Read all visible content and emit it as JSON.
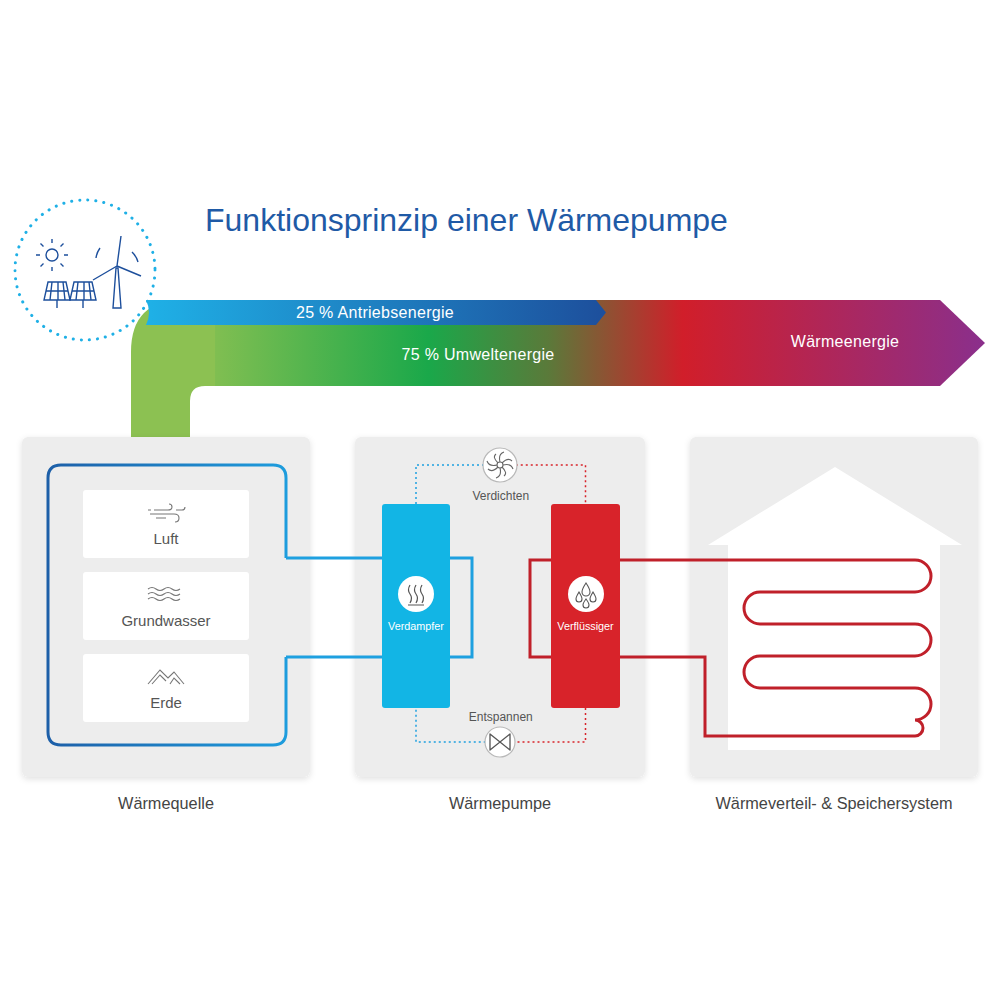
{
  "diagram": {
    "title": "Funktionsprinzip einer Wärmepumpe",
    "nodes": [
      {
        "text": [
          "Wärmequelle"
        ]
      },
      {
        "text": [
          "Luft"
        ],
        "in": 0
      },
      {
        "text": [
          "Grundwasser"
        ],
        "in": 0
      },
      {
        "text": [
          "Erde"
        ],
        "in": 0
      },
      {
        "text": [
          "Wärmepumpe"
        ]
      },
      {
        "text": [
          "Verdampfer"
        ],
        "in": 4
      },
      {
        "text": [
          "Verflüssiger"
        ],
        "in": 4
      },
      {
        "text": [
          "Wärmeverteil- & Speichersystem"
        ]
      }
    ],
    "edges": [
      {
        "from": 0,
        "to": 5,
        "arrow": "none"
      },
      {
        "from": 6,
        "to": 7,
        "arrow": "none"
      },
      {
        "from": 5,
        "to": 6,
        "label": "Verdichten",
        "arrow": "none"
      },
      {
        "from": 6,
        "to": 5,
        "label": "Entspannen",
        "arrow": "none"
      }
    ],
    "labels": [
      "25 % Antriebsenergie",
      "75 % Umweltenergie",
      "Wärmeenergie"
    ]
  }
}
